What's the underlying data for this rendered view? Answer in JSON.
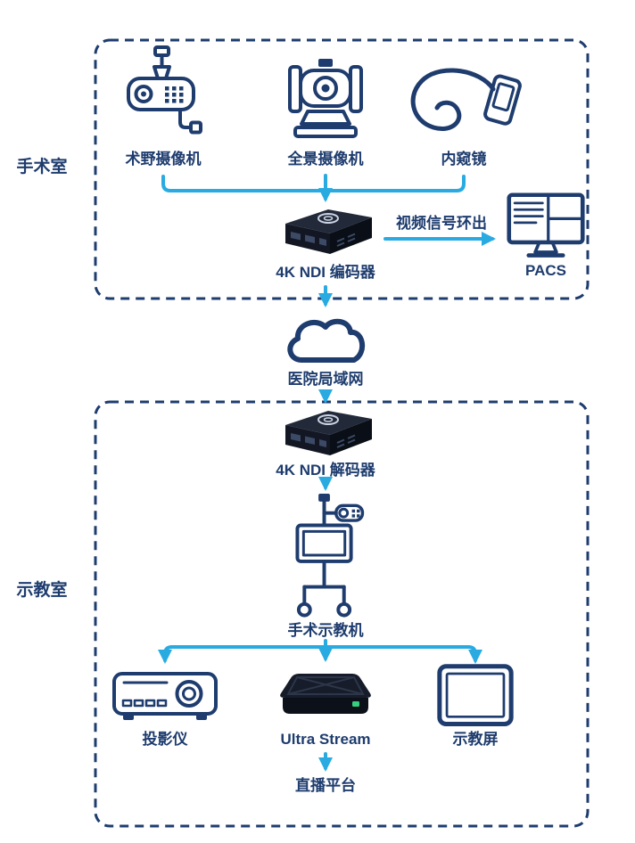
{
  "colors": {
    "navy": "#1e3c6e",
    "cyan": "#29abe2",
    "device_dark": "#161c29",
    "led_green": "#35d07f",
    "background": "#ffffff"
  },
  "sections": {
    "operating_room": {
      "label": "手术室"
    },
    "teaching_room": {
      "label": "示教室"
    }
  },
  "nodes": {
    "field_camera": {
      "label": "术野摄像机"
    },
    "ptz_camera": {
      "label": "全景摄像机"
    },
    "endoscope": {
      "label": "内窥镜"
    },
    "encoder": {
      "label": "4K NDI 编码器"
    },
    "loop_out": {
      "label": "视频信号环出"
    },
    "pacs": {
      "label": "PACS"
    },
    "lan": {
      "label": "医院局域网"
    },
    "decoder": {
      "label": "4K NDI 解码器"
    },
    "teaching_station": {
      "label": "手术示教机"
    },
    "projector": {
      "label": "投影仪"
    },
    "ultra_stream": {
      "label": "Ultra Stream"
    },
    "teaching_screen": {
      "label": "示教屏"
    },
    "live_platform": {
      "label": "直播平台"
    }
  }
}
